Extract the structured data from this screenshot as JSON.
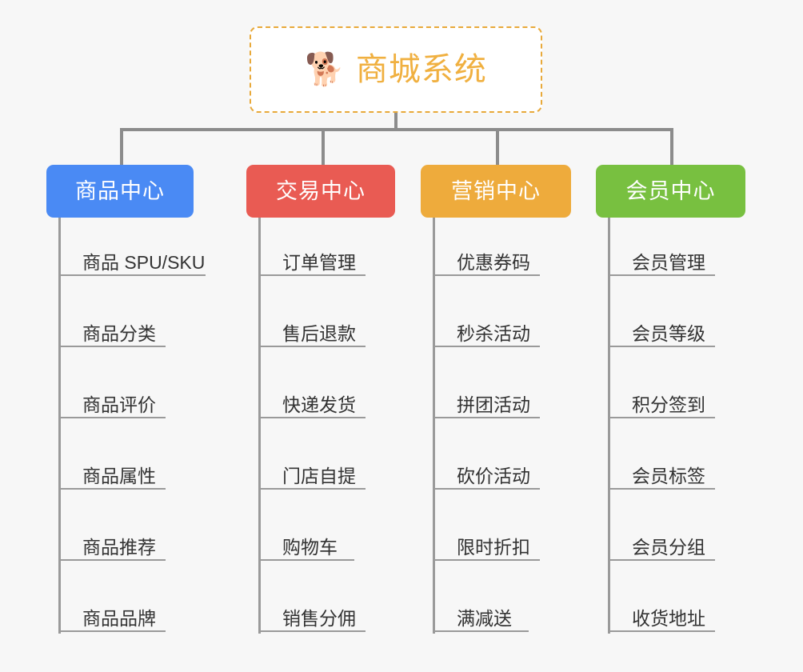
{
  "page": {
    "background_color": "#f7f7f7",
    "connector_color": "#8c8c8c",
    "rule_color": "#9a9a9a"
  },
  "root": {
    "icon": "shiba-dog-face-emoji",
    "emoji": "🐕",
    "title": "商城系统",
    "title_color": "#f0b040",
    "border_color": "#e8a93a",
    "border_style": "dashed",
    "background_color": "#ffffff"
  },
  "columns": [
    {
      "label": "商品中心",
      "color": "#4a8af4",
      "items": [
        "商品 SPU/SKU",
        "商品分类",
        "商品评价",
        "商品属性",
        "商品推荐",
        "商品品牌"
      ]
    },
    {
      "label": "交易中心",
      "color": "#e95b53",
      "items": [
        "订单管理",
        "售后退款",
        "快递发货",
        "门店自提",
        "购物车",
        "销售分佣"
      ]
    },
    {
      "label": "营销中心",
      "color": "#eeab3c",
      "items": [
        "优惠券码",
        "秒杀活动",
        "拼团活动",
        "砍价活动",
        "限时折扣",
        "满减送"
      ]
    },
    {
      "label": "会员中心",
      "color": "#78c040",
      "items": [
        "会员管理",
        "会员等级",
        "积分签到",
        "会员标签",
        "会员分组",
        "收货地址"
      ]
    }
  ]
}
